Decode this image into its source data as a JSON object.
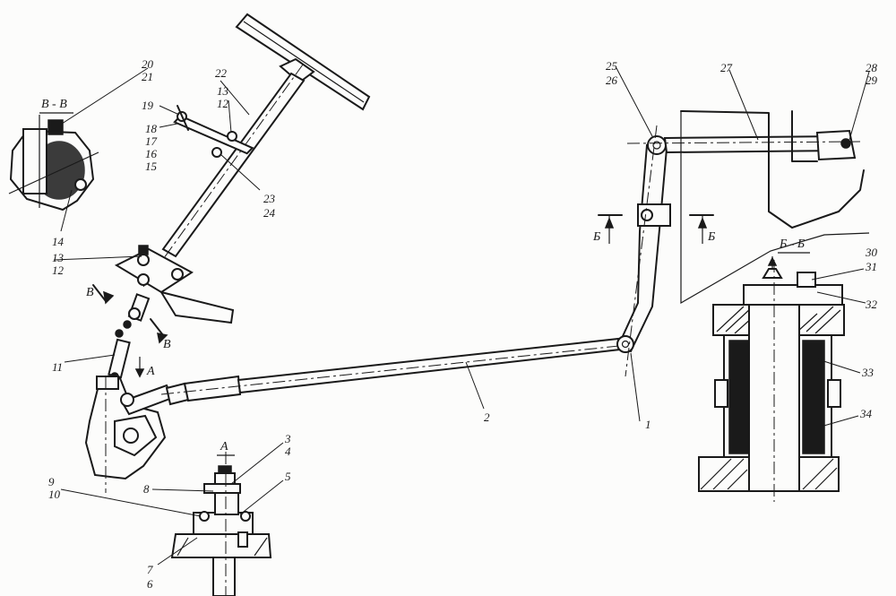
{
  "labels": {
    "l1": "1",
    "l2": "2",
    "l3": "3",
    "l4": "4",
    "l5": "5",
    "l6": "6",
    "l7": "7",
    "l8": "8",
    "l9": "9",
    "l10": "10",
    "l11": "11",
    "l12a": "12",
    "l12b": "12",
    "l13a": "13",
    "l13b": "13",
    "l14": "14",
    "l15": "15",
    "l16": "16",
    "l17": "17",
    "l18": "18",
    "l19": "19",
    "l20": "20",
    "l21": "21",
    "l22": "22",
    "l23": "23",
    "l24": "24",
    "l25": "25",
    "l26": "26",
    "l27": "27",
    "l28": "28",
    "l29": "29",
    "l30": "30",
    "l31": "31",
    "l32": "32",
    "l33": "33",
    "l34": "34"
  },
  "sections": {
    "vv_title": "В - В",
    "bb_title": "Б - Б",
    "a_title": "А",
    "mark_v1": "В",
    "mark_v2": "В",
    "mark_b1": "Б",
    "mark_b2": "Б",
    "mark_a": "А"
  },
  "colors": {
    "ink": "#1a1a1a",
    "paper": "#fcfcfb"
  }
}
